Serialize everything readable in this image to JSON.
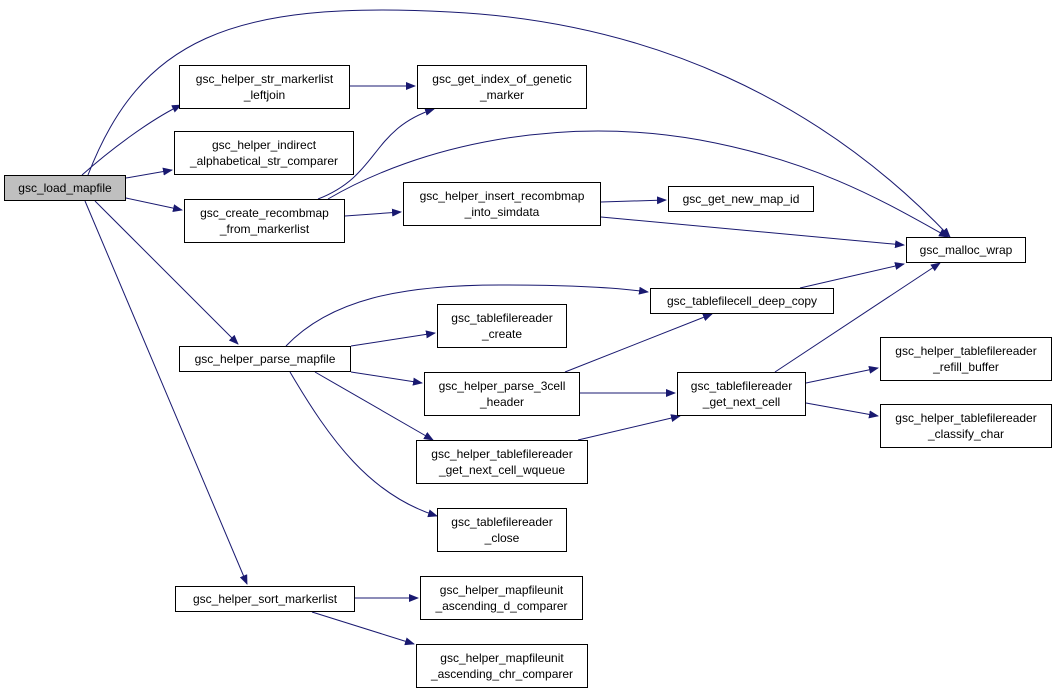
{
  "colors": {
    "edge": "#191970",
    "root_fill": "#bfbfbf",
    "node_fill": "#ffffff",
    "border": "#000000"
  },
  "nodes": [
    {
      "id": "load_mapfile",
      "lines": [
        "gsc_load_mapfile"
      ],
      "root": true
    },
    {
      "id": "str_markerlist_leftjoin",
      "lines": [
        "gsc_helper_str_markerlist",
        "_leftjoin"
      ]
    },
    {
      "id": "indirect_comparer",
      "lines": [
        "gsc_helper_indirect",
        "_alphabetical_str_comparer"
      ]
    },
    {
      "id": "create_recombmap",
      "lines": [
        "gsc_create_recombmap",
        "_from_markerlist"
      ]
    },
    {
      "id": "get_index_of_genetic_marker",
      "lines": [
        "gsc_get_index_of_genetic",
        "_marker"
      ]
    },
    {
      "id": "insert_recombmap",
      "lines": [
        "gsc_helper_insert_recombmap",
        "_into_simdata"
      ]
    },
    {
      "id": "get_new_map_id",
      "lines": [
        "gsc_get_new_map_id"
      ]
    },
    {
      "id": "malloc_wrap",
      "lines": [
        "gsc_malloc_wrap"
      ]
    },
    {
      "id": "parse_mapfile",
      "lines": [
        "gsc_helper_parse_mapfile"
      ]
    },
    {
      "id": "tablefilecell_deep_copy",
      "lines": [
        "gsc_tablefilecell_deep_copy"
      ]
    },
    {
      "id": "tablefilereader_create",
      "lines": [
        "gsc_tablefilereader",
        "_create"
      ]
    },
    {
      "id": "parse_3cell_header",
      "lines": [
        "gsc_helper_parse_3cell",
        "_header"
      ]
    },
    {
      "id": "get_next_cell",
      "lines": [
        "gsc_tablefilereader",
        "_get_next_cell"
      ]
    },
    {
      "id": "refill_buffer",
      "lines": [
        "gsc_helper_tablefilereader",
        "_refill_buffer"
      ]
    },
    {
      "id": "classify_char",
      "lines": [
        "gsc_helper_tablefilereader",
        "_classify_char"
      ]
    },
    {
      "id": "get_next_cell_wqueue",
      "lines": [
        "gsc_helper_tablefilereader",
        "_get_next_cell_wqueue"
      ]
    },
    {
      "id": "tablefilereader_close",
      "lines": [
        "gsc_tablefilereader",
        "_close"
      ]
    },
    {
      "id": "sort_markerlist",
      "lines": [
        "gsc_helper_sort_markerlist"
      ]
    },
    {
      "id": "ascending_d_comparer",
      "lines": [
        "gsc_helper_mapfileunit",
        "_ascending_d_comparer"
      ]
    },
    {
      "id": "ascending_chr_comparer",
      "lines": [
        "gsc_helper_mapfileunit",
        "_ascending_chr_comparer"
      ]
    }
  ],
  "edges": [
    {
      "from": "load_mapfile",
      "to": "malloc_wrap"
    },
    {
      "from": "load_mapfile",
      "to": "str_markerlist_leftjoin"
    },
    {
      "from": "load_mapfile",
      "to": "indirect_comparer"
    },
    {
      "from": "load_mapfile",
      "to": "create_recombmap"
    },
    {
      "from": "load_mapfile",
      "to": "parse_mapfile"
    },
    {
      "from": "load_mapfile",
      "to": "sort_markerlist"
    },
    {
      "from": "str_markerlist_leftjoin",
      "to": "get_index_of_genetic_marker"
    },
    {
      "from": "create_recombmap",
      "to": "get_index_of_genetic_marker"
    },
    {
      "from": "create_recombmap",
      "to": "malloc_wrap"
    },
    {
      "from": "create_recombmap",
      "to": "insert_recombmap"
    },
    {
      "from": "insert_recombmap",
      "to": "get_new_map_id"
    },
    {
      "from": "insert_recombmap",
      "to": "malloc_wrap"
    },
    {
      "from": "parse_mapfile",
      "to": "tablefilecell_deep_copy"
    },
    {
      "from": "parse_mapfile",
      "to": "tablefilereader_create"
    },
    {
      "from": "parse_mapfile",
      "to": "parse_3cell_header"
    },
    {
      "from": "parse_mapfile",
      "to": "get_next_cell_wqueue"
    },
    {
      "from": "parse_mapfile",
      "to": "tablefilereader_close"
    },
    {
      "from": "tablefilecell_deep_copy",
      "to": "malloc_wrap"
    },
    {
      "from": "parse_3cell_header",
      "to": "tablefilecell_deep_copy"
    },
    {
      "from": "parse_3cell_header",
      "to": "get_next_cell"
    },
    {
      "from": "get_next_cell_wqueue",
      "to": "get_next_cell"
    },
    {
      "from": "get_next_cell",
      "to": "malloc_wrap"
    },
    {
      "from": "get_next_cell",
      "to": "refill_buffer"
    },
    {
      "from": "get_next_cell",
      "to": "classify_char"
    },
    {
      "from": "sort_markerlist",
      "to": "ascending_d_comparer"
    },
    {
      "from": "sort_markerlist",
      "to": "ascending_chr_comparer"
    }
  ]
}
